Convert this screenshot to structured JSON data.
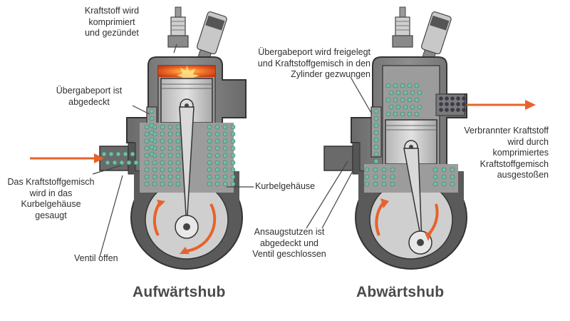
{
  "labels": {
    "fuel_compressed": [
      "Kraftstoff wird",
      "komprimiert",
      "und gezündet"
    ],
    "transfer_port_covered": [
      "Übergabeport ist",
      "abgedeckt"
    ],
    "mixture_sucked": [
      "Das Kraftstoffgemisch",
      "wird in das",
      "Kurbelgehäuse",
      "gesaugt"
    ],
    "valve_open": [
      "Ventil offen"
    ],
    "crankcase": [
      "Kurbelgehäuse"
    ],
    "transfer_port_released": [
      "Übergabeport wird freigelegt",
      "und Kraftstoffgemisch in den",
      "Zylinder gezwungen"
    ],
    "burnt_fuel_expelled": [
      "Verbrannter Kraftstoff",
      "wird durch",
      "komprimiertes",
      "Kraftstoffgemisch",
      "ausgestoßen"
    ],
    "intake_covered": [
      "Ansaugstutzen ist",
      "abgedeckt und",
      "Ventil geschlossen"
    ]
  },
  "captions": {
    "upstroke": "Aufwärtshub",
    "downstroke": "Abwärtshub"
  },
  "colors": {
    "arrow": "#e8622a",
    "engine_dark": "#555555",
    "engine_mid": "#8a8a8a",
    "mixture_dot": "#6fbfa6",
    "exhaust_dot": "#3a3a4a",
    "combustion": "#e04a1c"
  }
}
